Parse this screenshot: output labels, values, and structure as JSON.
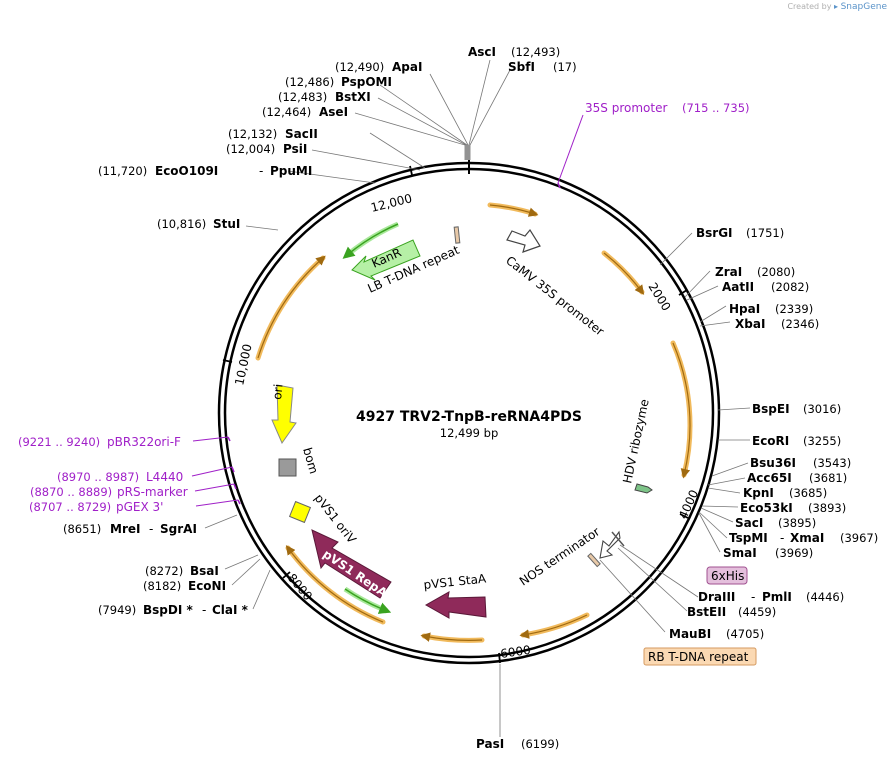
{
  "brand": {
    "created_by": "Created by",
    "name": "SnapGene"
  },
  "plasmid": {
    "name": "4927 TRV2-TnpB-reRNA4PDS",
    "size_label": "12,499 bp"
  },
  "ticks": [
    "2000",
    "4000",
    "6000",
    "8000",
    "10,000",
    "12,000"
  ],
  "enzymes": {
    "asci": {
      "name": "AscI",
      "pos": "(12,493)"
    },
    "sbfi": {
      "name": "SbfI",
      "pos": "(17)"
    },
    "apai": {
      "name": "ApaI",
      "pos": "(12,490)"
    },
    "pspomi": {
      "name": "PspOMI",
      "pos": "(12,486)"
    },
    "bstxi": {
      "name": "BstXI",
      "pos": "(12,483)"
    },
    "asei": {
      "name": "AseI",
      "pos": "(12,464)"
    },
    "sacii": {
      "name": "SacII",
      "pos": "(12,132)"
    },
    "psti": {
      "name": "PsiI",
      "pos": "(12,004)"
    },
    "eco0109i": {
      "name": "EcoO109I",
      "sep": "-",
      "name2": "PpuMI",
      "pos": "(11,720)"
    },
    "stui": {
      "name": "StuI",
      "pos": "(10,816)"
    },
    "bsrgi": {
      "name": "BsrGI",
      "pos": "(1751)"
    },
    "zrai": {
      "name": "ZraI",
      "pos": "(2080)"
    },
    "aatii": {
      "name": "AatII",
      "pos": "(2082)"
    },
    "hpai": {
      "name": "HpaI",
      "pos": "(2339)"
    },
    "xbai": {
      "name": "XbaI",
      "pos": "(2346)"
    },
    "bspei": {
      "name": "BspEI",
      "pos": "(3016)"
    },
    "ecori": {
      "name": "EcoRI",
      "pos": "(3255)"
    },
    "bsu36i": {
      "name": "Bsu36I",
      "pos": "(3543)"
    },
    "acc65i": {
      "name": "Acc65I",
      "pos": "(3681)"
    },
    "kpni": {
      "name": "KpnI",
      "pos": "(3685)"
    },
    "eco53ki": {
      "name": "Eco53kI",
      "pos": "(3893)"
    },
    "saci": {
      "name": "SacI",
      "pos": "(3895)"
    },
    "tspmi": {
      "name": "TspMI",
      "sep": "-",
      "name2": "XmaI",
      "pos": "(3967)"
    },
    "smai": {
      "name": "SmaI",
      "pos": "(3969)"
    },
    "draiii": {
      "name": "DraIII",
      "sep": "-",
      "name2": "PmlI",
      "pos": "(4446)"
    },
    "bsteii": {
      "name": "BstEII",
      "pos": "(4459)"
    },
    "maubi": {
      "name": "MauBI",
      "pos": "(4705)"
    },
    "pasi": {
      "name": "PasI",
      "pos": "(6199)"
    },
    "mrei": {
      "name": "MreI",
      "sep": "-",
      "name2": "SgrAI",
      "pos": "(8651)"
    },
    "bsai": {
      "name": "BsaI",
      "pos": "(8272)"
    },
    "econi": {
      "name": "EcoNI",
      "pos": "(8182)"
    },
    "bspdi": {
      "name": "BspDI *",
      "sep": "-",
      "name2": "ClaI *",
      "pos": "(7949)"
    }
  },
  "primers": {
    "p35s": {
      "name": "35S promoter",
      "range": "(715 .. 735)"
    },
    "pbr": {
      "name": "pBR322ori-F",
      "range": "(9221 .. 9240)"
    },
    "l4440": {
      "name": "L4440",
      "range": "(8970 .. 8987)"
    },
    "prs": {
      "name": "pRS-marker",
      "range": "(8870 .. 8889)"
    },
    "pgex": {
      "name": "pGEX 3'",
      "range": "(8707 .. 8729)"
    }
  },
  "features": {
    "camv": "CaMV 35S promoter",
    "lb": "LB T-DNA repeat",
    "kanr": "KanR",
    "ori": "ori",
    "bom": "bom",
    "hdv": "HDV ribozyme",
    "nos": "NOS terminator",
    "pvs1_sta": "pVS1 StaA",
    "pvs1_repa": "pVS1 RepA",
    "pvs1_oriv": "pVS1 oriV",
    "his": "6xHis",
    "rb": "RB T-DNA repeat"
  },
  "colors": {
    "orf": "#f0b34a",
    "orf_arrow": "#a06a10",
    "kanr": "#a8e89a",
    "kanr_dark": "#3aa320",
    "ori": "#ffff00",
    "repa": "#8f2a5a",
    "primer": "#a020c8",
    "his_fill": "#e4bfdc",
    "rb_fill": "#fbd9b3"
  }
}
